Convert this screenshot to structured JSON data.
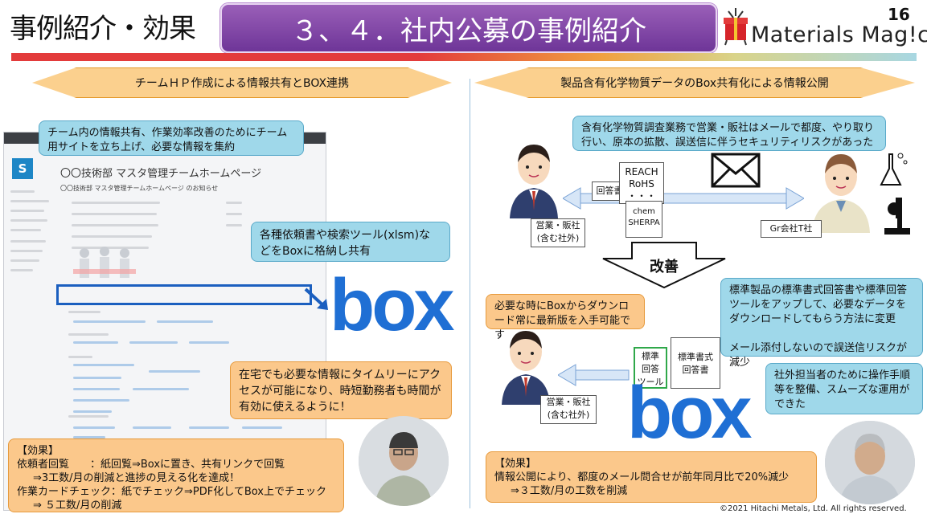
{
  "header": {
    "section_title": "事例紹介・効果",
    "banner_title": "３、４．社内公募の事例紹介",
    "logo_text": "Materials Mag!c",
    "slide_number": "16"
  },
  "left": {
    "ribbon": "チームＨＰ作成による情報共有とBOX連携",
    "callout_top": "チーム内の情報共有、作業効率改善のためにチーム用サイトを立ち上げ、必要な情報を集約",
    "callout_box": "各種依頼書や検索ツール(xlsm)などをBoxに格納し共有",
    "callout_remote": "在宅でも必要な情報にタイムリーにアクセスが可能になり、時短勤務者も時間が有効に使えるように！",
    "screen_title": "〇〇技術部 マスタ管理チームホームページ",
    "screen_subtitle": "〇〇技術部 マスタ管理チームホームページ のお知らせ",
    "box_label": "box",
    "effect": {
      "heading": "【効果】",
      "line1": "依頼者回覧　　：紙回覧⇒Boxに置き、共有リンクで回覧",
      "line2": "⇒3工数/月の削減と進捗の見える化を達成！",
      "line3": "作業カードチェック：紙でチェック⇒PDF化してBox上でチェック",
      "line4": "⇒ ５工数/月の削減"
    }
  },
  "right": {
    "ribbon": "製品含有化学物質データのBox共有化による情報公開",
    "callout_before": "含有化学物質調査業務で営業・販社はメールで都度、やり取り行い、原本の拡散、誤送信に伴うセキュリティリスクがあった",
    "sales_label": "営業・販社\n(含む社外)",
    "answer_doc": "回答書",
    "reach_doc": "REACH\nRoHS\n・・・",
    "chem_doc": "chem\nSHERPA",
    "gr_label": "Gr会社T社",
    "improve": "改善",
    "callout_download": "必要な時にBoxからダウンロード常に最新版を入手可能です",
    "callout_standard": "標準製品の標準書式回答書や標準回答ツールをアップして、必要なデータをダウンロードしてもらう方法に変更\n\nメール添付しないので誤送信リスクが減少",
    "tool_doc": "標準\n回答\nツール",
    "std_doc": "標準書式\n回答書",
    "sales_label2": "営業・販社\n(含む社外)",
    "callout_manual": "社外担当者のために操作手順等を整備、スムーズな運用ができた",
    "box_label": "box",
    "effect": {
      "heading": "【効果】",
      "line1": "情報公開により、都度のメール問合せが前年同月比で20%減少",
      "line2": "⇒３工数/月の工数を削減"
    }
  },
  "footer": {
    "copyright": "©2021 Hitachi Metals, Ltd. All rights reserved."
  }
}
